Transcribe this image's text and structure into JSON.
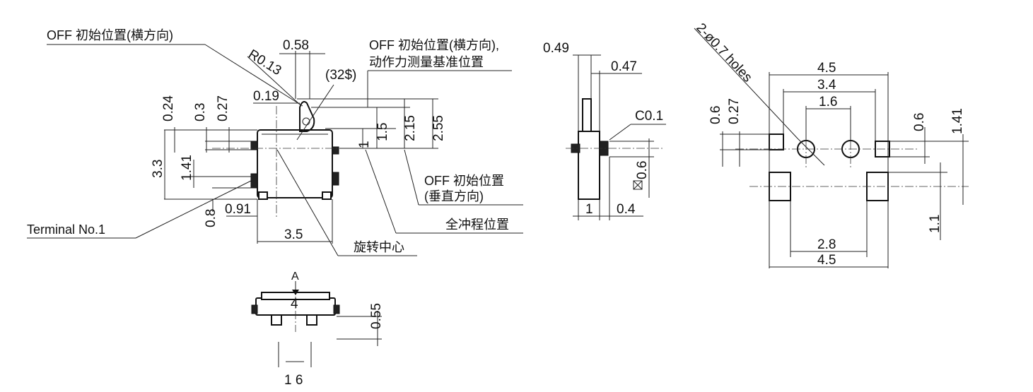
{
  "labels": {
    "off_horizontal": "OFF 初始位置(横方向)",
    "off_horizontal_ref_1": "OFF 初始位置(横方向),",
    "off_horizontal_ref_2": "动作力测量基准位置",
    "off_vertical_1": "OFF 初始位置",
    "off_vertical_2": "(垂直方向)",
    "full_stroke": "全冲程位置",
    "rotation_center": "旋转中心",
    "terminal": "Terminal No.1",
    "holes": "2-ø0.7 holes",
    "view_a": "A",
    "chamfer": "C0.1",
    "angle": "(32$)",
    "radius": "R0.13"
  },
  "front_view": {
    "d058": "0.58",
    "d019": "0.19",
    "d024": "0.24",
    "d03": "0.3",
    "d027": "0.27",
    "d15": "1.5",
    "d215": "2.15",
    "d255": "2.55",
    "d1": "1",
    "d33": "3.3",
    "d141": "1.41",
    "d08": "0.8",
    "d091": "0.91",
    "d35": "3.5"
  },
  "side_view": {
    "d049": "0.49",
    "d047": "0.47",
    "d06": "0.6",
    "d1": "1",
    "d04": "0.4"
  },
  "bottom_view": {
    "d4": "4",
    "d055": "0.55",
    "d16": "1 6"
  },
  "footprint": {
    "d45_top": "4.5",
    "d34": "3.4",
    "d16": "1.6",
    "d06_left": "0.6",
    "d027": "0.27",
    "d06_right": "0.6",
    "d141": "1.41",
    "d11": "1.1",
    "d28": "2.8",
    "d45_bottom": "4.5"
  }
}
